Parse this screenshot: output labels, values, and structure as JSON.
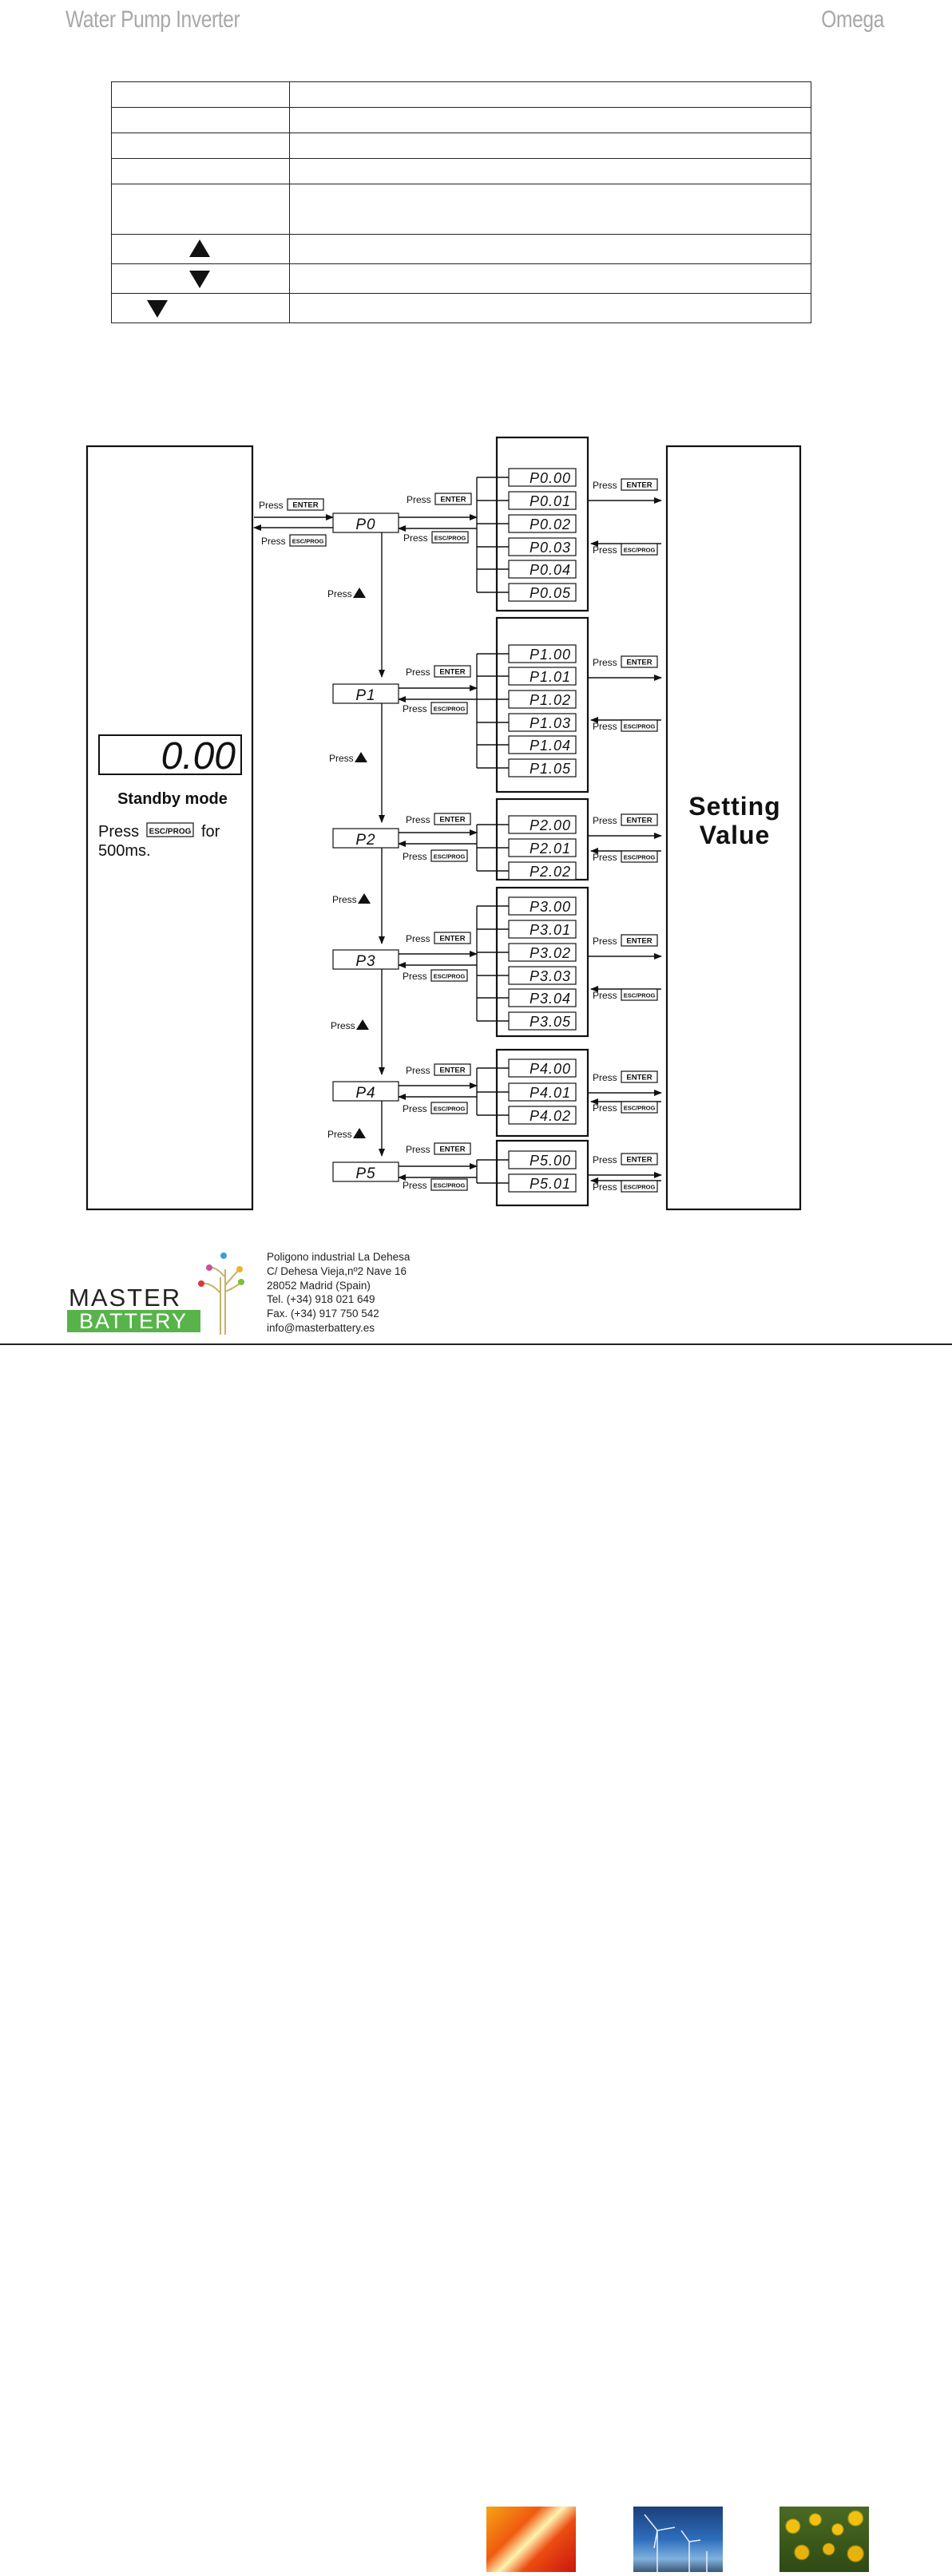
{
  "header": {
    "title": "Water Pump Inverter",
    "brand": "Omega"
  },
  "key_table": {
    "rows": [
      {
        "key": "",
        "icon": "",
        "desc": ""
      },
      {
        "key": "",
        "icon": "",
        "desc": ""
      },
      {
        "key": "",
        "icon": "",
        "desc": ""
      },
      {
        "key": "",
        "icon": "",
        "desc": ""
      },
      {
        "key": "",
        "icon": "",
        "desc": ""
      },
      {
        "key": "",
        "icon": "up-triangle-icon",
        "desc": ""
      },
      {
        "key": "",
        "icon": "down-triangle-icon",
        "desc": ""
      },
      {
        "key": "",
        "icon": "down-triangle-icon",
        "desc": ""
      }
    ]
  },
  "diagram": {
    "standby_display": "0.00",
    "standby_title": "Standby mode",
    "standby_press": "Press",
    "standby_key": "ESC/PROG",
    "standby_for": "for",
    "standby_time": "500ms.",
    "setting_line1": "Setting",
    "setting_line2": "Value",
    "press": "Press",
    "enter_key": "ENTER",
    "esc_key": "ESC/PROG",
    "groups": [
      {
        "label": "P0",
        "params": [
          "P0.00",
          "P0.01",
          "P0.02",
          "P0.03",
          "P0.04",
          "P0.05"
        ]
      },
      {
        "label": "P1",
        "params": [
          "P1.00",
          "P1.01",
          "P1.02",
          "P1.03",
          "P1.04",
          "P1.05"
        ]
      },
      {
        "label": "P2",
        "params": [
          "P2.00",
          "P2.01",
          "P2.02"
        ]
      },
      {
        "label": "P3",
        "params": [
          "P3.00",
          "P3.01",
          "P3.02",
          "P3.03",
          "P3.04",
          "P3.05"
        ]
      },
      {
        "label": "P4",
        "params": [
          "P4.00",
          "P4.01",
          "P4.02"
        ]
      },
      {
        "label": "P5",
        "params": [
          "P5.00",
          "P5.01"
        ]
      }
    ]
  },
  "footer": {
    "logo_line1": "MASTER",
    "logo_line2": "BATTERY",
    "address": [
      "Poligono industrial La Dehesa",
      "C/ Dehesa Vieja,nº2 Nave 16",
      "28052 Madrid (Spain)",
      "Tel. (+34) 918 021 649",
      "Fax. (+34) 917 750 542",
      "info@masterbattery.es"
    ]
  }
}
